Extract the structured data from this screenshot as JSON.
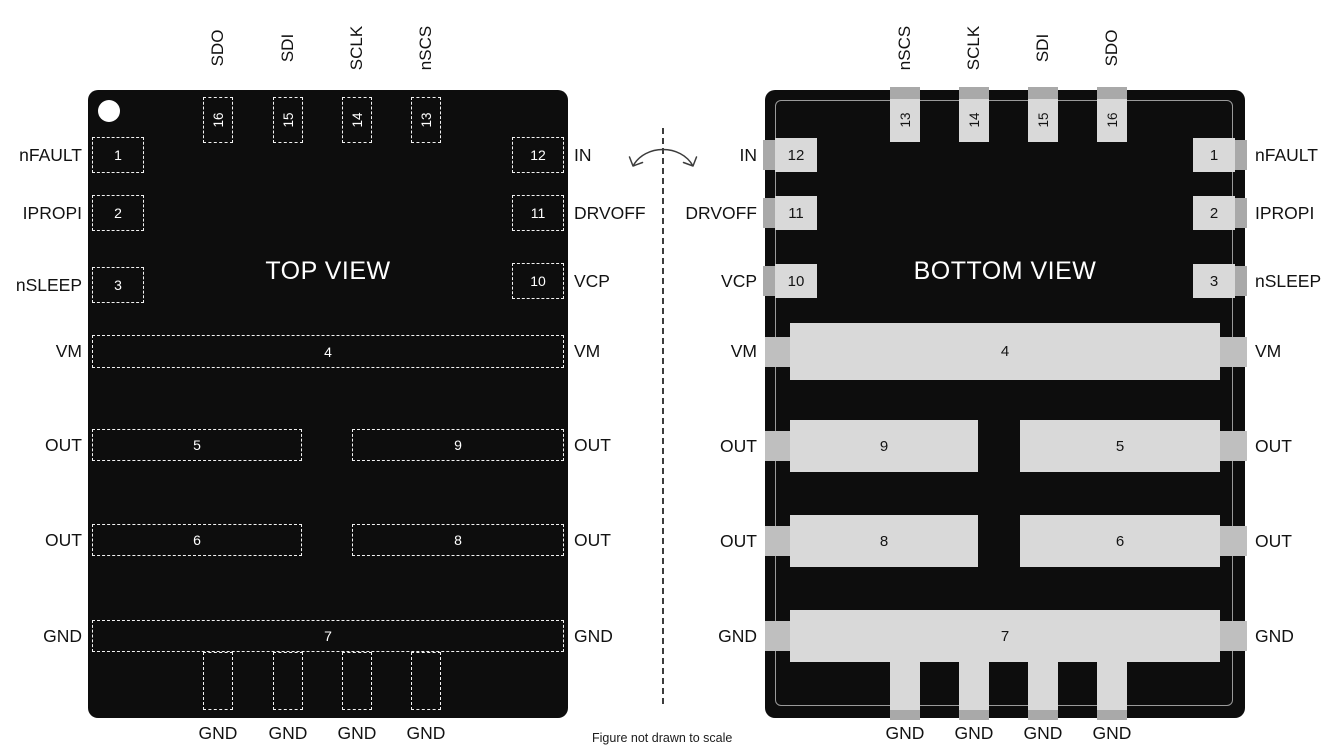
{
  "note": "Figure not drawn to scale",
  "colors": {
    "package_body": "#0d0d0d",
    "pad_fill": "#d9d9d9",
    "pad_edge": "#a9a9a9",
    "pin_outline_dashed": "#ffffff"
  },
  "top_view": {
    "title": "TOP VIEW",
    "top_pins": [
      {
        "num": "16",
        "label": "SDO"
      },
      {
        "num": "15",
        "label": "SDI"
      },
      {
        "num": "14",
        "label": "SCLK"
      },
      {
        "num": "13",
        "label": "nSCS"
      }
    ],
    "left_pins": [
      {
        "num": "1",
        "label": "nFAULT"
      },
      {
        "num": "2",
        "label": "IPROPI"
      },
      {
        "num": "3",
        "label": "nSLEEP"
      }
    ],
    "right_pins": [
      {
        "num": "12",
        "label": "IN"
      },
      {
        "num": "11",
        "label": "DRVOFF"
      },
      {
        "num": "10",
        "label": "VCP"
      }
    ],
    "vm_pin": {
      "num": "4",
      "left_label": "VM",
      "right_label": "VM"
    },
    "out_row1": {
      "left_num": "5",
      "right_num": "9",
      "left_label": "OUT",
      "right_label": "OUT"
    },
    "out_row2": {
      "left_num": "6",
      "right_num": "8",
      "left_label": "OUT",
      "right_label": "OUT"
    },
    "gnd_pin": {
      "num": "7",
      "left_label": "GND",
      "right_label": "GND"
    },
    "bottom_labels": [
      "GND",
      "GND",
      "GND",
      "GND"
    ]
  },
  "bottom_view": {
    "title": "BOTTOM VIEW",
    "top_pins": [
      {
        "num": "13",
        "label": "nSCS"
      },
      {
        "num": "14",
        "label": "SCLK"
      },
      {
        "num": "15",
        "label": "SDI"
      },
      {
        "num": "16",
        "label": "SDO"
      }
    ],
    "left_pins": [
      {
        "num": "12",
        "label": "IN"
      },
      {
        "num": "11",
        "label": "DRVOFF"
      },
      {
        "num": "10",
        "label": "VCP"
      }
    ],
    "right_pins": [
      {
        "num": "1",
        "label": "nFAULT"
      },
      {
        "num": "2",
        "label": "IPROPI"
      },
      {
        "num": "3",
        "label": "nSLEEP"
      }
    ],
    "vm_pin": {
      "num": "4",
      "left_label": "VM",
      "right_label": "VM"
    },
    "out_row1": {
      "left_num": "9",
      "right_num": "5",
      "left_label": "OUT",
      "right_label": "OUT"
    },
    "out_row2": {
      "left_num": "8",
      "right_num": "6",
      "left_label": "OUT",
      "right_label": "OUT"
    },
    "gnd_pin": {
      "num": "7",
      "left_label": "GND",
      "right_label": "GND"
    },
    "bottom_labels": [
      "GND",
      "GND",
      "GND",
      "GND"
    ]
  }
}
